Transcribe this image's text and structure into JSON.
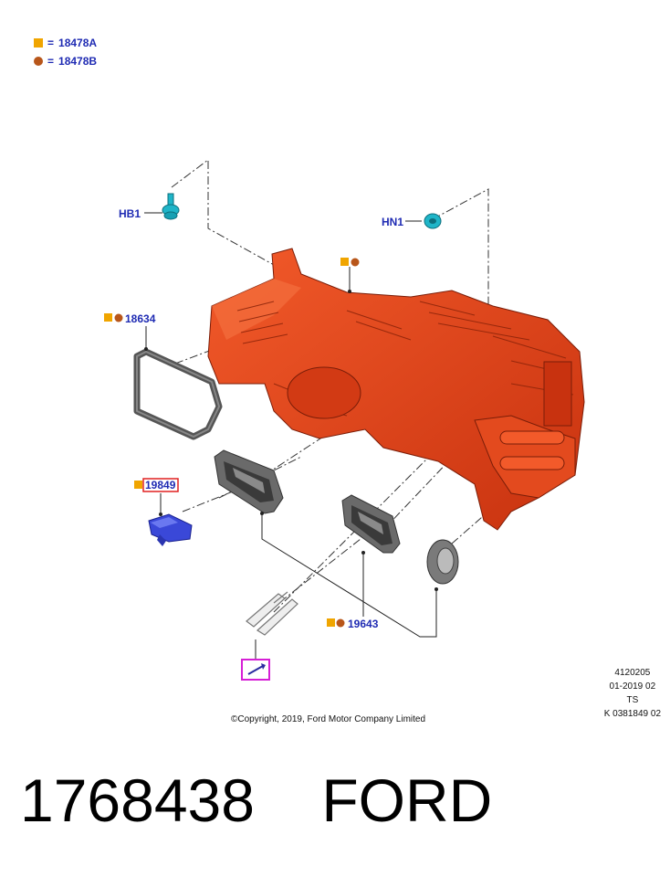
{
  "legend": [
    {
      "marker": "square",
      "color": "#f0a500",
      "eq": "=",
      "code": "18478A"
    },
    {
      "marker": "dot",
      "color": "#b8561a",
      "eq": "=",
      "code": "18478B"
    }
  ],
  "callouts": {
    "hb1": "HB1",
    "hn1": "HN1",
    "gasket": "18634",
    "actuator": "19849",
    "door_seal": "19643"
  },
  "meta": {
    "line1": "4120205",
    "line2": "01-2019 02",
    "line3": "TS",
    "line4": "K 0381849 02"
  },
  "copyright": "©Copyright, 2019, Ford Motor Company Limited",
  "footer": {
    "part_number": "1768438",
    "brand": "FORD"
  },
  "colors": {
    "housing": "#e8401c",
    "housing_dark": "#b52c10",
    "label_blue": "#1f2bb3",
    "square_marker": "#f0a500",
    "dot_marker": "#b8561a",
    "actuator_blue": "#3a48d8",
    "fastener_teal": "#1fb5c8",
    "highlight_red": "#e02020",
    "highlight_magenta": "#d61fd6"
  }
}
